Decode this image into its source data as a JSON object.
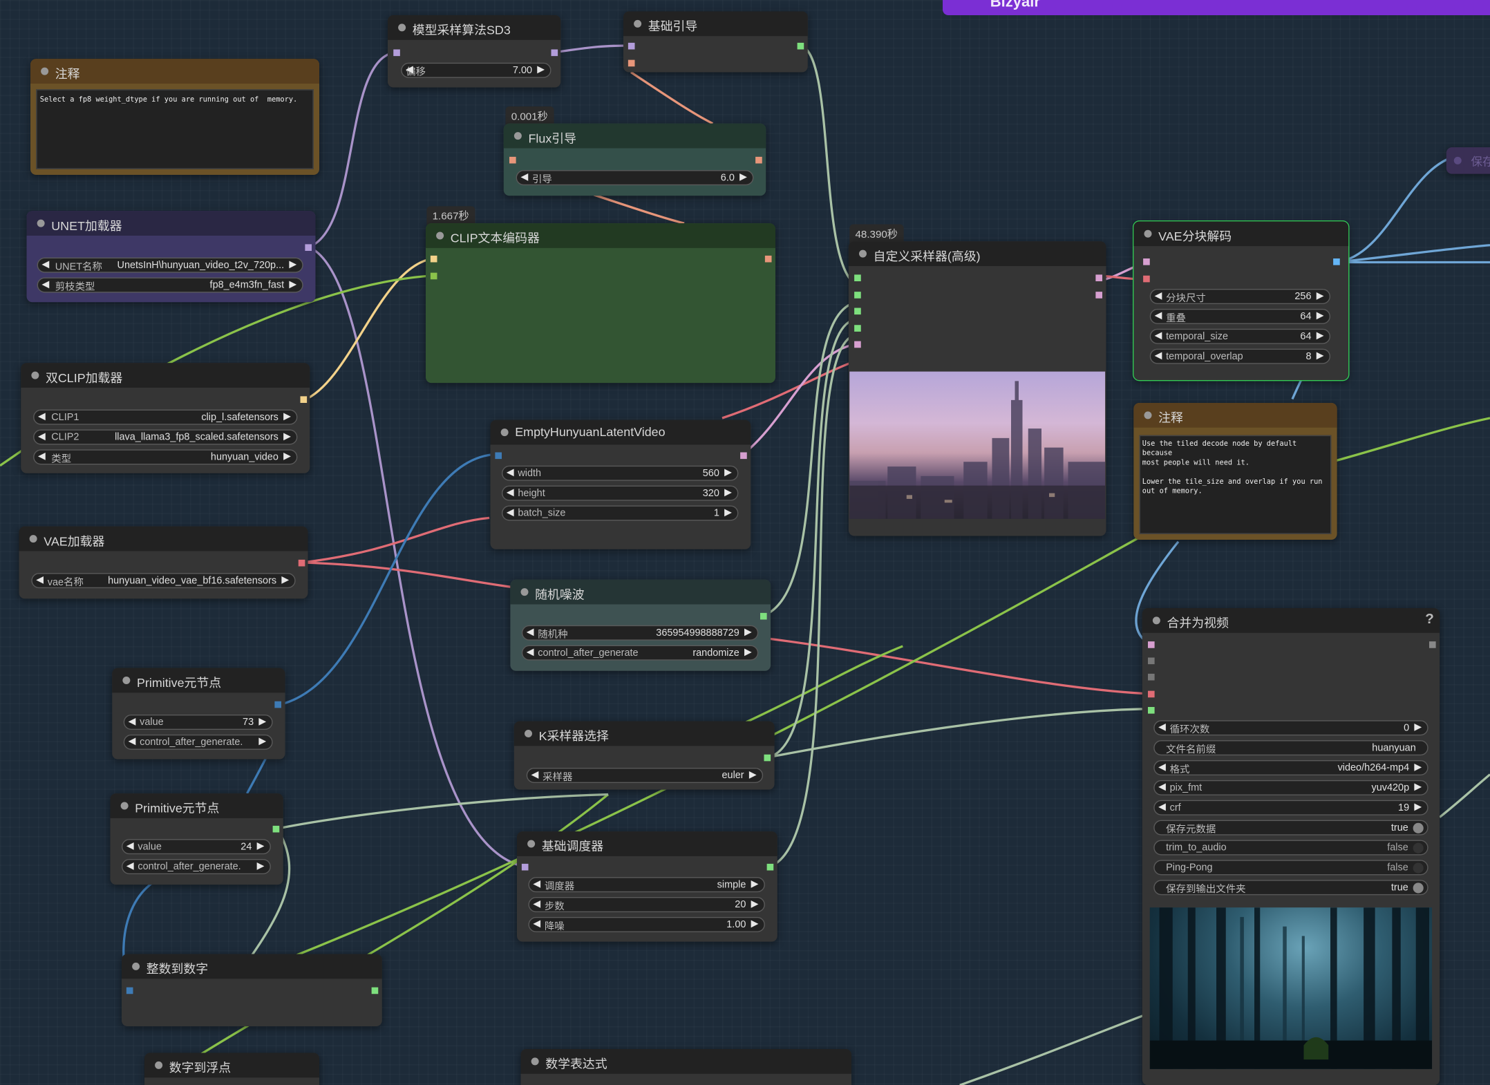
{
  "banner": {
    "text": "Bizyair"
  },
  "colors": {
    "clip": "#f3d28a",
    "model": "#b39ddb",
    "vae": "#e57373",
    "latent": "#ff9cf9",
    "int": "#5a9fd4",
    "guider": "#7ec87e",
    "noise": "#b0c4b0",
    "sampler": "#a8c8a8",
    "sigmas": "#cdffcd",
    "green_line": "#8bc34a",
    "image": "#64b5f6"
  },
  "nodes": {
    "note1": {
      "title": "注释",
      "text": "Select a fp8 weight_dtype if you are running out of  memory."
    },
    "sd3": {
      "title": "模型采样算法SD3",
      "w_label": "偏移",
      "w_value": "7.00"
    },
    "basic_guider": {
      "title": "基础引导"
    },
    "flux": {
      "timing": "0.001秒",
      "title": "Flux引导",
      "w_label": "引导",
      "w_value": "6.0"
    },
    "unet": {
      "title": "UNET加载器",
      "w1_label": "UNET名称",
      "w1_value": "UnetsInH\\hunyuan_video_t2v_720p...",
      "w2_label": "剪枝类型",
      "w2_value": "fp8_e4m3fn_fast"
    },
    "clip_enc": {
      "timing": "1.667秒",
      "title": "CLIP文本编码器"
    },
    "dual_clip": {
      "title": "双CLIP加载器",
      "w1_label": "CLIP1",
      "w1_value": "clip_l.safetensors",
      "w2_label": "CLIP2",
      "w2_value": "llava_llama3_fp8_scaled.safetensors",
      "w3_label": "类型",
      "w3_value": "hunyuan_video"
    },
    "empty_latent": {
      "title": "EmptyHunyuanLatentVideo",
      "w1_label": "width",
      "w1_value": "560",
      "w2_label": "height",
      "w2_value": "320",
      "w3_label": "batch_size",
      "w3_value": "1"
    },
    "vae_loader": {
      "title": "VAE加载器",
      "w_label": "vae名称",
      "w_value": "hunyuan_video_vae_bf16.safetensors"
    },
    "noise": {
      "title": "随机噪波",
      "w1_label": "随机种",
      "w1_value": "365954998888729",
      "w2_label": "control_after_generate",
      "w2_value": "randomize"
    },
    "prim1": {
      "title": "Primitive元节点",
      "w1_label": "value",
      "w1_value": "73",
      "w2_label": "control_after_generate."
    },
    "prim2": {
      "title": "Primitive元节点",
      "w1_label": "value",
      "w1_value": "24",
      "w2_label": "control_after_generate."
    },
    "ksampler_select": {
      "title": "K采样器选择",
      "w_label": "采样器",
      "w_value": "euler"
    },
    "scheduler": {
      "title": "基础调度器",
      "w1_label": "调度器",
      "w1_value": "simple",
      "w2_label": "步数",
      "w2_value": "20",
      "w3_label": "降噪",
      "w3_value": "1.00"
    },
    "int_to_num": {
      "title": "整数到数字"
    },
    "num_to_float": {
      "title": "数字到浮点"
    },
    "math_expr": {
      "title": "数学表达式"
    },
    "adv_sampler": {
      "timing": "48.390秒",
      "title": "自定义采样器(高级)"
    },
    "vae_tiled": {
      "title": "VAE分块解码",
      "w1_label": "分块尺寸",
      "w1_value": "256",
      "w2_label": "重叠",
      "w2_value": "64",
      "w3_label": "temporal_size",
      "w3_value": "64",
      "w4_label": "temporal_overlap",
      "w4_value": "8"
    },
    "note2": {
      "title": "注释",
      "text": "Use the tiled decode node by default because\nmost people will need it.\n\nLower the tile_size and overlap if you run\nout of memory."
    },
    "combine": {
      "title": "合并为视频",
      "help": "?",
      "w1_label": "循环次数",
      "w1_value": "0",
      "w2_label": "文件名前缀",
      "w2_value": "huanyuan",
      "w3_label": "格式",
      "w3_value": "video/h264-mp4",
      "w4_label": "pix_fmt",
      "w4_value": "yuv420p",
      "w5_label": "crf",
      "w5_value": "19",
      "w6_label": "保存元数据",
      "w6_value": "true",
      "w7_label": "trim_to_audio",
      "w7_value": "false",
      "w8_label": "Ping-Pong",
      "w8_value": "false",
      "w9_label": "保存到输出文件夹",
      "w9_value": "true"
    },
    "save_partial": {
      "title": "保存"
    }
  }
}
